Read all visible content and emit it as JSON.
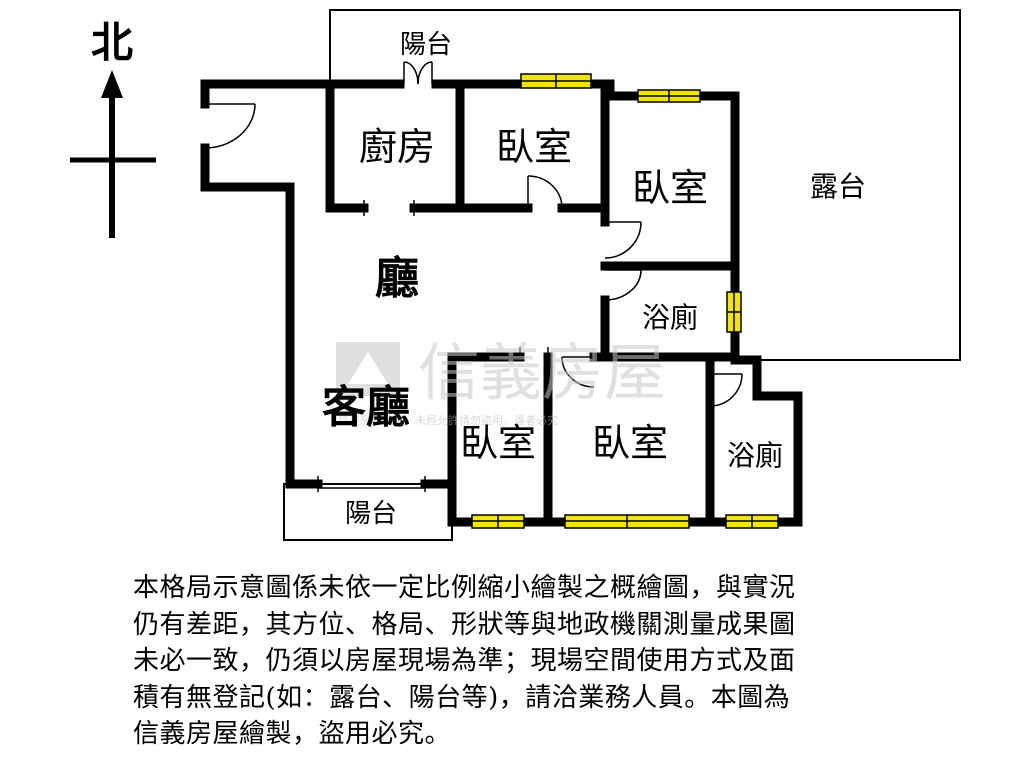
{
  "compass": {
    "north_label": "北"
  },
  "rooms": {
    "balcony_top": "陽台",
    "kitchen": "廚房",
    "bedroom_1": "臥室",
    "bedroom_2": "臥室",
    "terrace": "露台",
    "hall": "廳",
    "bathroom_1": "浴廁",
    "living_room": "客廳",
    "bedroom_3": "臥室",
    "bedroom_4": "臥室",
    "bathroom_2": "浴廁",
    "balcony_bottom": "陽台"
  },
  "watermark": {
    "brand": "信義房屋",
    "notice": "信義房屋繪製，未經允許請勿盜用，違者必究"
  },
  "colors": {
    "wall": "#000000",
    "window": "#f2e600",
    "watermark": "#c8c8c8"
  },
  "disclaimer": {
    "lines": [
      "本格局示意圖係未依一定比例縮小繪製之概繪圖，與實況",
      "仍有差距，其方位、格局、形狀等與地政機關測量成果圖",
      "未必一致，仍須以房屋現場為準；現場空間使用方式及面",
      "積有無登記(如：露台、陽台等)，請洽業務人員。本圖為",
      "信義房屋繪製，盜用必究。"
    ]
  }
}
